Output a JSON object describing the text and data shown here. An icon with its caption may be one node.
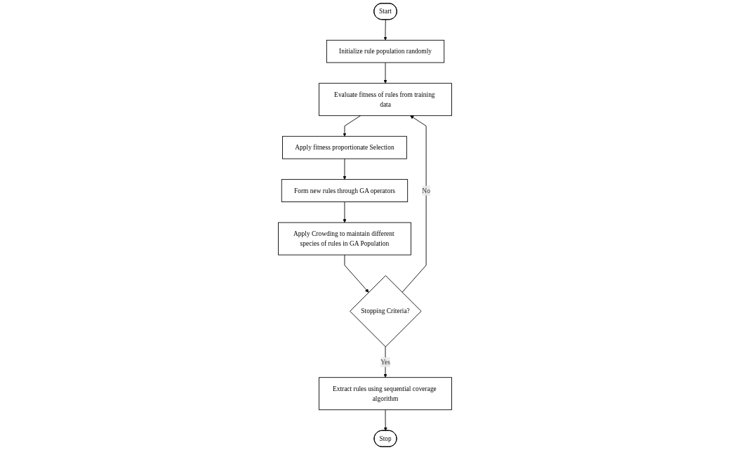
{
  "diagram": {
    "nodes": [
      {
        "text": [
          "Start"
        ]
      },
      {
        "text": [
          "Initialize rule population randomly"
        ]
      },
      {
        "text": [
          "Evaluate fitness of rules from training data"
        ]
      },
      {
        "text": [
          "Apply fitness proportionate Selection"
        ]
      },
      {
        "text": [
          "Form new rules through GA operators"
        ]
      },
      {
        "text": [
          "Apply Crowding to maintain different species of rules in GA Population"
        ]
      },
      {
        "text": [
          "Stopping Criteria?"
        ]
      },
      {
        "text": [
          "Extract rules using sequential coverage algorithm"
        ]
      },
      {
        "text": [
          "Stop"
        ]
      }
    ],
    "edges": [
      {
        "from": 0,
        "to": 1,
        "arrow": "to"
      },
      {
        "from": 1,
        "to": 2,
        "arrow": "to"
      },
      {
        "from": 2,
        "to": 3,
        "arrow": "to"
      },
      {
        "from": 3,
        "to": 4,
        "arrow": "to"
      },
      {
        "from": 4,
        "to": 5,
        "arrow": "to"
      },
      {
        "from": 5,
        "to": 6,
        "arrow": "to"
      },
      {
        "from": 6,
        "to": 2,
        "label": "No",
        "arrow": "to"
      },
      {
        "from": 6,
        "to": 7,
        "label": "Yes",
        "arrow": "to"
      },
      {
        "from": 7,
        "to": 8,
        "arrow": "to"
      }
    ]
  }
}
